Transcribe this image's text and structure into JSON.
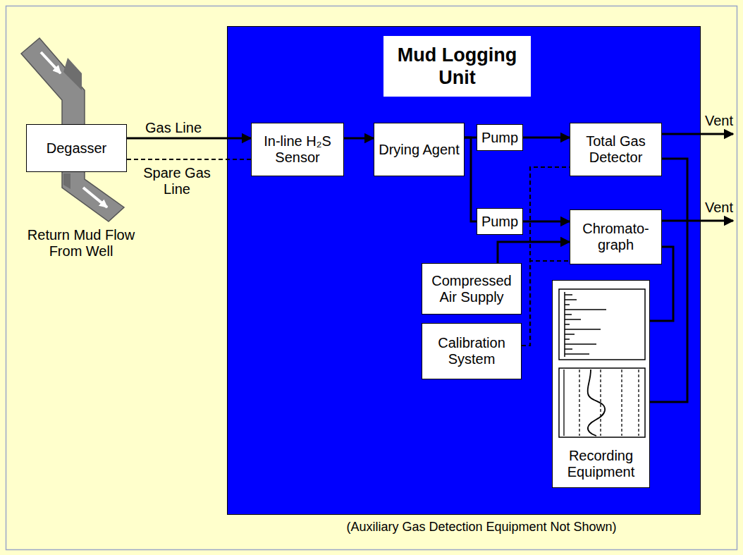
{
  "diagram": {
    "nodes": [
      {
        "text": [
          "Degasser"
        ]
      },
      {
        "text": [
          "Mud Logging Unit"
        ]
      },
      {
        "text": [
          "In-line H₂S Sensor"
        ],
        "in": 1
      },
      {
        "text": [
          "Drying Agent"
        ],
        "in": 1
      },
      {
        "text": [
          "Pump"
        ],
        "in": 1
      },
      {
        "text": [
          "Total Gas Detector"
        ],
        "in": 1
      },
      {
        "text": [
          "Pump"
        ],
        "in": 1
      },
      {
        "text": [
          "Chromato- graph"
        ],
        "in": 1
      },
      {
        "text": [
          "Compressed Air Supply"
        ],
        "in": 1
      },
      {
        "text": [
          "Calibration System"
        ],
        "in": 1
      },
      {
        "text": [
          "Recording Equipment"
        ],
        "in": 1
      }
    ],
    "edges": [
      {
        "from": 0,
        "to": 2,
        "label": "Gas Line",
        "arrow": "to"
      },
      {
        "from": 0,
        "to": 2,
        "label": "Spare Gas Line",
        "arrow": "none"
      },
      {
        "from": 2,
        "to": 3,
        "arrow": "to"
      },
      {
        "from": 3,
        "to": 4,
        "arrow": "none"
      },
      {
        "from": 3,
        "to": 6,
        "arrow": "none"
      },
      {
        "from": 4,
        "to": 5,
        "arrow": "to"
      },
      {
        "from": 6,
        "to": 7,
        "arrow": "to"
      },
      {
        "from": 8,
        "to": 7,
        "arrow": "to"
      },
      {
        "from": 9,
        "to": 5,
        "arrow": "none"
      },
      {
        "from": 9,
        "to": 7,
        "arrow": "none"
      },
      {
        "from": 5,
        "to": 10,
        "arrow": "none"
      },
      {
        "from": 7,
        "to": 10,
        "arrow": "none"
      }
    ],
    "labels": [
      "Return Mud Flow From Well",
      "Vent",
      "Vent",
      "(Auxiliary Gas Detection Equipment Not Shown)"
    ]
  }
}
